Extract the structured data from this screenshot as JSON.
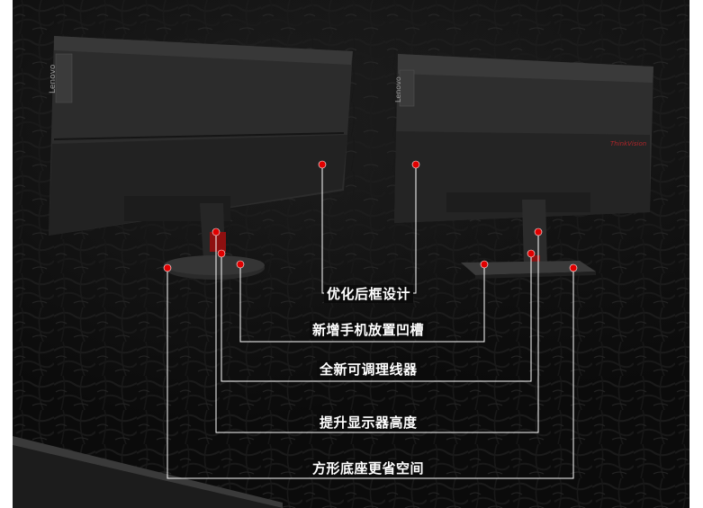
{
  "left_monitor": {
    "brand_label": "Lenovo"
  },
  "right_monitor": {
    "brand_label": "Lenovo",
    "model_label": "ThinkVision"
  },
  "callouts": [
    {
      "id": "back-design",
      "label": "优化后框设计"
    },
    {
      "id": "phone-slot",
      "label": "新增手机放置凹槽"
    },
    {
      "id": "cable-mgmt",
      "label": "全新可调理线器"
    },
    {
      "id": "height",
      "label": "提升显示器高度"
    },
    {
      "id": "square-base",
      "label": "方形底座更省空间"
    }
  ],
  "colors": {
    "marker": "#e00000",
    "line": "#ffffff",
    "background": "#0b0b0b",
    "accent_stand": "#b01212"
  }
}
